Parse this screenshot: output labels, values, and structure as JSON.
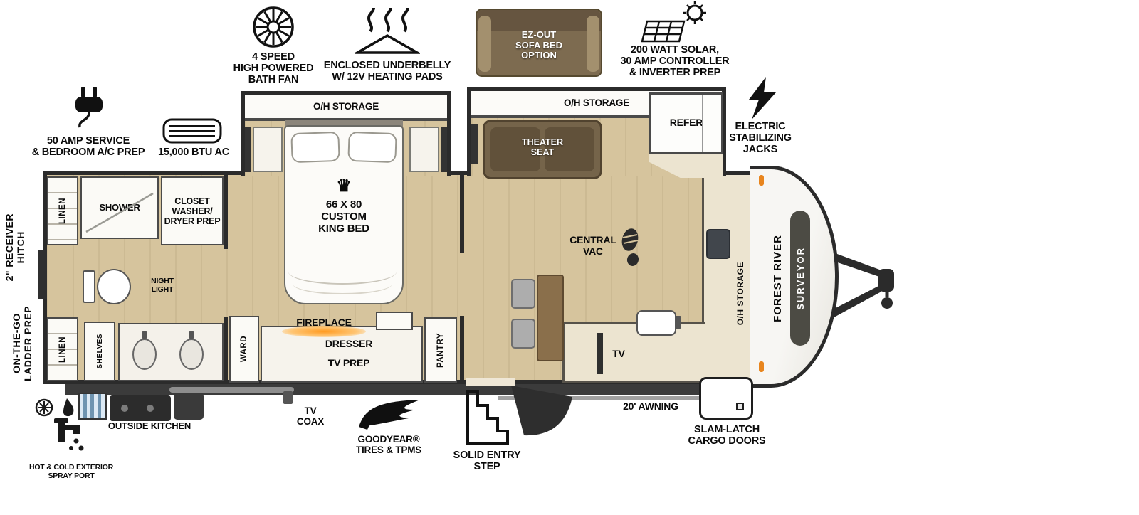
{
  "top_callouts": {
    "bath_fan": "4 SPEED\nHIGH POWERED\nBATH FAN",
    "underbelly": "ENCLOSED UNDERBELLY\nW/ 12V HEATING PADS",
    "sofa_bed": "EZ-OUT\nSOFA BED\nOPTION",
    "solar": "200 WATT SOLAR,\n30 AMP CONTROLLER\n& INVERTER PREP"
  },
  "left_callouts": {
    "amp_service": "50 AMP SERVICE\n& BEDROOM A/C PREP",
    "btu_ac": "15,000 BTU AC",
    "receiver_hitch": "2\" RECEIVER\nHITCH",
    "ladder_prep": "ON-THE-GO\nLADDER PREP"
  },
  "right_callouts": {
    "stabilizing_jacks": "ELECTRIC\nSTABILIZING\nJACKS"
  },
  "bottom_callouts": {
    "outside_kitchen": "OUTSIDE KITCHEN",
    "spray_port": "HOT & COLD EXTERIOR\nSPRAY PORT",
    "tv_coax": "TV\nCOAX",
    "goodyear": "GOODYEAR®\nTIRES & TPMS",
    "entry_step": "SOLID ENTRY\nSTEP",
    "awning": "20' AWNING",
    "cargo_doors": "SLAM-LATCH\nCARGO DOORS"
  },
  "bathroom": {
    "linen_top": "LINEN",
    "shower": "SHOWER",
    "closet": "CLOSET\nWASHER/\nDRYER PREP",
    "night_light": "NIGHT\nLIGHT",
    "linen_bottom": "LINEN",
    "shelves": "SHELVES"
  },
  "bedroom": {
    "oh_storage": "O/H STORAGE",
    "crown_icon": "♛",
    "king_bed": "66 X 80\nCUSTOM\nKING BED",
    "ward": "WARD",
    "fireplace": "FIREPLACE",
    "dresser": "DRESSER",
    "tv_prep": "TV PREP",
    "pantry": "PANTRY"
  },
  "living": {
    "oh_storage": "O/H STORAGE",
    "theater_seat": "THEATER\nSEAT",
    "refer": "REFER",
    "central_vac": "CENTRAL\nVAC",
    "tv": "TV",
    "oh_storage_kitchen": "O/H STORAGE"
  },
  "front_cap": {
    "brand": "FOREST RIVER",
    "model": "SURVEYOR"
  },
  "icons": {
    "bath_fan": "fan-wheel",
    "underbelly": "heat-waves",
    "solar": "sun-and-panel",
    "amp_service": "power-plug",
    "btu_ac": "ac-unit",
    "stabilizing_jacks": "lightning-bolt",
    "central_vac": "footprint",
    "king_bed": "crown",
    "goodyear": "winged-foot",
    "entry_step": "stair-steps",
    "spray_port": "faucet-snowflake-flame",
    "tv_coax": "coax-port"
  },
  "colors": {
    "floor_tan": "#d6c49d",
    "wall_dark": "#2b2b2b",
    "sofa_brown": "#7d6b50",
    "fireplace_orange": "#ff9a1f",
    "marker_light_orange": "#e8851e",
    "counter_ivory": "#ece4d0"
  }
}
